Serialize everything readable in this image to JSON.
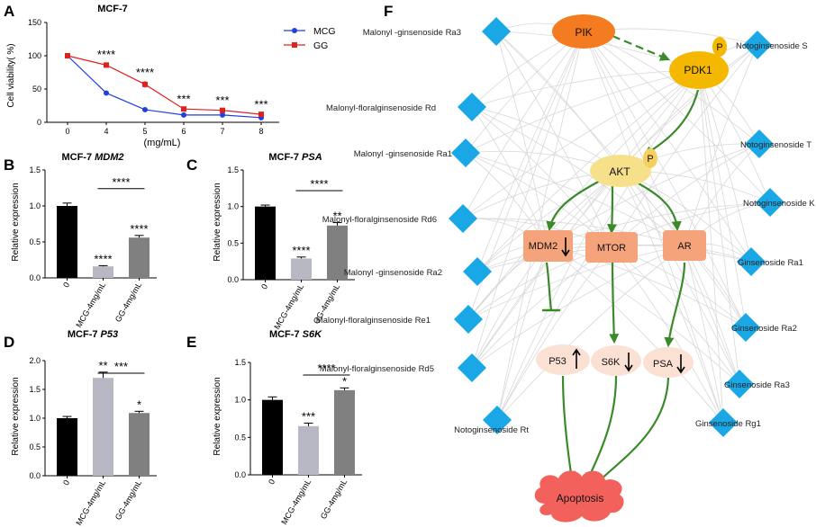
{
  "panels": {
    "A": {
      "letter": "A",
      "title": "MCF-7",
      "xlabel": "(mg/mL)",
      "ylabel": "Cell viability( %)",
      "legend": [
        {
          "name": "MCG",
          "color": "#1f3fe0",
          "marker": "circle"
        },
        {
          "name": "GG",
          "color": "#e0201f",
          "marker": "square"
        }
      ]
    },
    "B": {
      "letter": "B",
      "title_prefix": "MCF-7 ",
      "title_gene": "MDM2",
      "ylabel": "Relative expression"
    },
    "C": {
      "letter": "C",
      "title_prefix": "MCF-7 ",
      "title_gene": "PSA",
      "ylabel": "Relative expression"
    },
    "D": {
      "letter": "D",
      "title_prefix": "MCF-7 ",
      "title_gene": "P53",
      "ylabel": "Relative expression"
    },
    "E": {
      "letter": "E",
      "title_prefix": "MCF-7 ",
      "title_gene": "S6K",
      "ylabel": "Relative expression"
    },
    "F": {
      "letter": "F"
    }
  },
  "chart_data": [
    {
      "id": "A",
      "type": "line",
      "title": "MCF-7",
      "xlabel": "(mg/mL)",
      "ylabel": "Cell viability( %)",
      "x": [
        0,
        4,
        5,
        6,
        7,
        8
      ],
      "xticks": [
        "0",
        "4",
        "5",
        "6",
        "7",
        "8"
      ],
      "yticks": [
        "0",
        "50",
        "100",
        "150"
      ],
      "ylim": [
        0,
        150
      ],
      "series": [
        {
          "name": "MCG",
          "values": [
            100,
            44,
            19,
            11,
            11,
            7
          ],
          "errors": [
            0,
            2,
            1,
            1,
            1,
            1
          ]
        },
        {
          "name": "GG",
          "values": [
            100,
            86,
            57,
            20,
            18,
            12
          ],
          "errors": [
            0,
            3,
            5,
            2,
            2,
            2
          ]
        }
      ],
      "annotations": [
        "****",
        "****",
        "***",
        "***",
        "***"
      ]
    },
    {
      "id": "B",
      "type": "bar",
      "title": "MCF-7 MDM2",
      "ylabel": "Relative expression",
      "categories": [
        "0",
        "MCG-4mg/mL",
        "GG-4mg/mL"
      ],
      "values": [
        1.0,
        0.16,
        0.56
      ],
      "errors": [
        0.04,
        0.01,
        0.03
      ],
      "colors": [
        "#000000",
        "#b8b8c4",
        "#808080"
      ],
      "yticks": [
        "0.0",
        "0.5",
        "1.0",
        "1.5"
      ],
      "ylim": [
        0,
        1.5
      ],
      "bar_labels": [
        "",
        "****",
        "****"
      ],
      "bracket_label": "****"
    },
    {
      "id": "C",
      "type": "bar",
      "title": "MCF-7 PSA",
      "ylabel": "Relative expression",
      "categories": [
        "0",
        "MCG-4mg/mL",
        "GG-4mg/mL"
      ],
      "values": [
        1.0,
        0.29,
        0.74
      ],
      "errors": [
        0.02,
        0.02,
        0.04
      ],
      "colors": [
        "#000000",
        "#b8b8c4",
        "#808080"
      ],
      "yticks": [
        "0.0",
        "0.5",
        "1.0",
        "1.5"
      ],
      "ylim": [
        0,
        1.5
      ],
      "bar_labels": [
        "",
        "****",
        "**"
      ],
      "bracket_label": "****"
    },
    {
      "id": "D",
      "type": "bar",
      "title": "MCF-7 P53",
      "ylabel": "Relative expression",
      "categories": [
        "0",
        "MCG-4mg/mL",
        "GG-4mg/mL"
      ],
      "values": [
        1.0,
        1.7,
        1.09
      ],
      "errors": [
        0.03,
        0.1,
        0.03
      ],
      "colors": [
        "#000000",
        "#b8b8c4",
        "#808080"
      ],
      "yticks": [
        "0.0",
        "0.5",
        "1.0",
        "1.5",
        "2.0"
      ],
      "ylim": [
        0,
        2.0
      ],
      "bar_labels": [
        "",
        "**",
        "*"
      ],
      "bracket_label": "***"
    },
    {
      "id": "E",
      "type": "bar",
      "title": "MCF-7 S6K",
      "ylabel": "Relative expression",
      "categories": [
        "0",
        "MCG-4mg/mL",
        "GG-4mg/mL"
      ],
      "values": [
        1.0,
        0.65,
        1.13
      ],
      "errors": [
        0.04,
        0.04,
        0.03
      ],
      "colors": [
        "#000000",
        "#b8b8c4",
        "#808080"
      ],
      "yticks": [
        "0.0",
        "0.5",
        "1.0",
        "1.5"
      ],
      "ylim": [
        0,
        1.5
      ],
      "bar_labels": [
        "",
        "***",
        "*"
      ],
      "bracket_label": "****"
    }
  ],
  "network": {
    "herbs": [
      "Malonyl -ginsenoside Ra3",
      "Malonyl-floralginsenoside Rd",
      "Malonyl -ginsenoside Ra1",
      "Malonyl-floralginsenoside Rd6",
      "Malonyl -ginsenoside Ra2",
      "Malonyl-floralginsenoside Re1",
      "Malonyl-floralginsenoside Rd5",
      "Notoginsenoside Rt",
      "Notoginsenoside S",
      "Notoginsenoside T",
      "Notoginsenoside K",
      "Ginsenoside Ra1",
      "Ginsenoside Ra2",
      "Ginsenoside Ra3",
      "Ginsenoside Rg1"
    ],
    "nodes": {
      "pik": "PIK",
      "pdk1": "PDK1",
      "akt": "AKT",
      "mdm2": "MDM2",
      "mtor": "MTOR",
      "ar": "AR",
      "p53": "P53",
      "s6k": "S6K",
      "psa": "PSA",
      "apoptosis": "Apoptosis",
      "phospho": "P"
    },
    "colors": {
      "pik": "#f47b20",
      "pdk1": "#f5b800",
      "akt": "#f7e08a",
      "box": "#f5a37a",
      "low": "#fbe0d4",
      "apoptosis": "#f2615c",
      "herb": "#19a7e6",
      "edge": "#3a8a2a"
    }
  }
}
